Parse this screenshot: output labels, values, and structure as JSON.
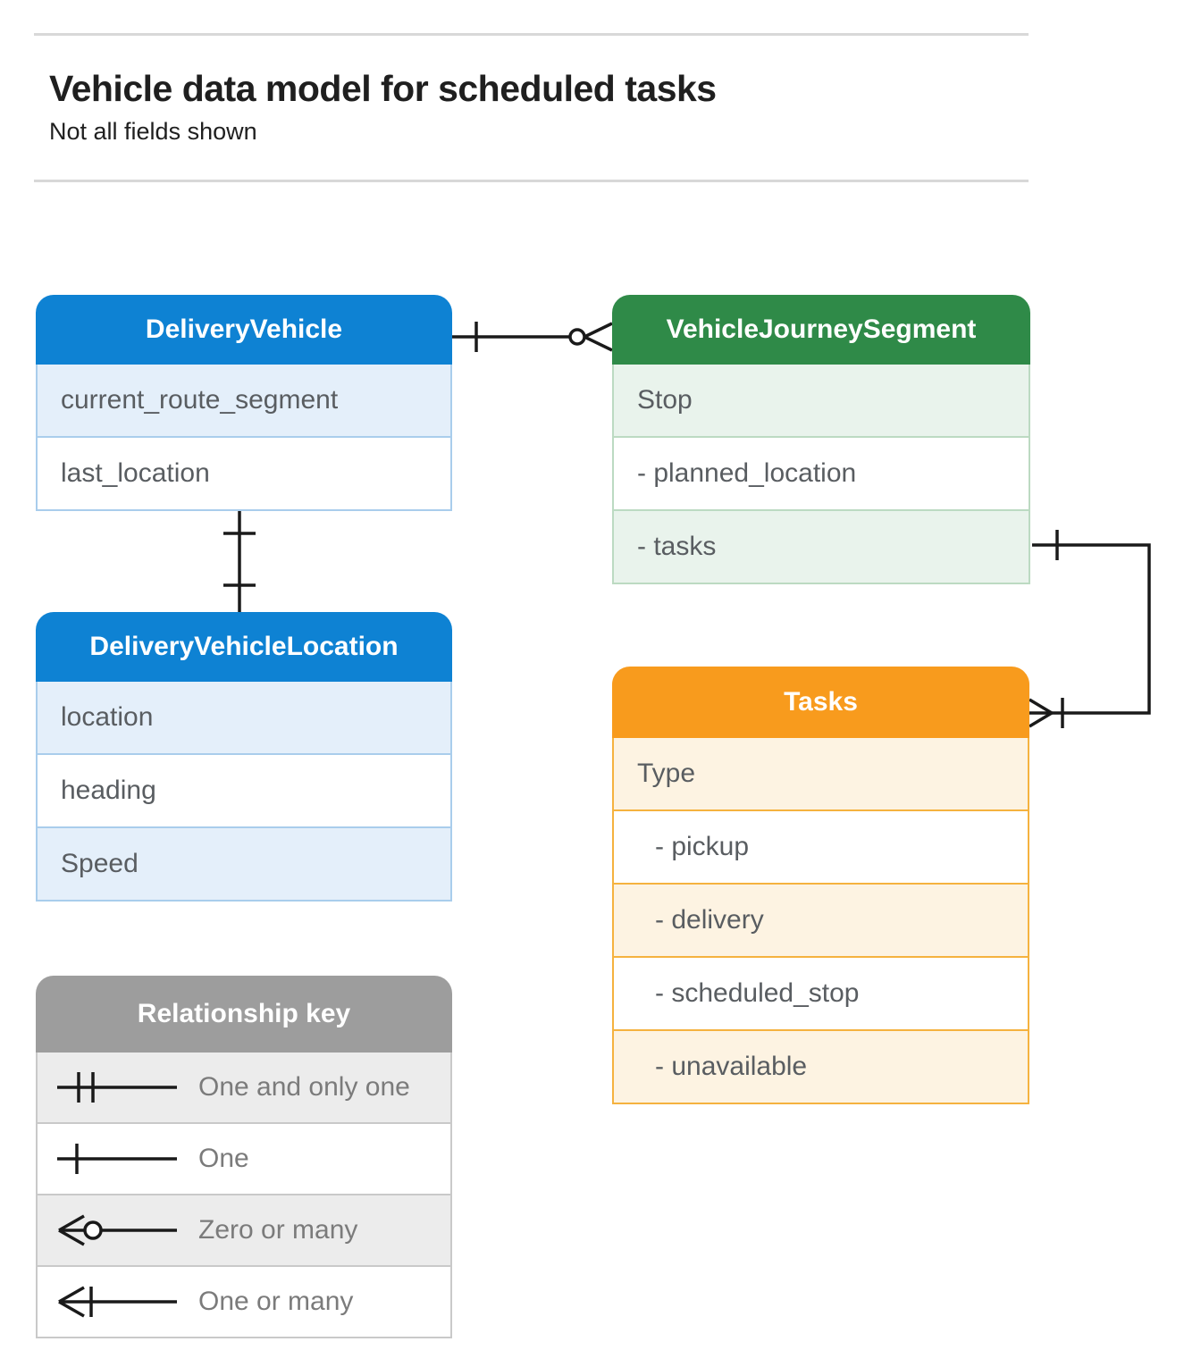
{
  "page": {
    "title": "Vehicle data model for scheduled tasks",
    "subtitle": "Not all fields shown"
  },
  "entities": {
    "delivery_vehicle": {
      "title": "DeliveryVehicle",
      "fields": [
        "current_route_segment",
        "last_location"
      ]
    },
    "vehicle_journey_segment": {
      "title": "VehicleJourneySegment",
      "fields": [
        "Stop",
        "- planned_location",
        "- tasks"
      ]
    },
    "delivery_vehicle_location": {
      "title": "DeliveryVehicleLocation",
      "fields": [
        "location",
        "heading",
        "Speed"
      ]
    },
    "tasks": {
      "title": "Tasks",
      "fields": [
        "Type",
        "- pickup",
        "- delivery",
        "- scheduled_stop",
        "- unavailable"
      ]
    }
  },
  "relationships": [
    {
      "from": "DeliveryVehicle",
      "to": "VehicleJourneySegment",
      "from_cardinality": "one",
      "to_cardinality": "zero-or-many"
    },
    {
      "from": "DeliveryVehicle",
      "to": "DeliveryVehicleLocation",
      "from_cardinality": "one",
      "to_cardinality": "one"
    },
    {
      "from": "VehicleJourneySegment.tasks",
      "to": "Tasks",
      "from_cardinality": "one",
      "to_cardinality": "one-or-many"
    }
  ],
  "legend": {
    "title": "Relationship key",
    "items": [
      {
        "symbol": "one-and-only-one-symbol",
        "label": "One and only one"
      },
      {
        "symbol": "one-symbol",
        "label": "One"
      },
      {
        "symbol": "zero-or-many-symbol",
        "label": "Zero or many"
      },
      {
        "symbol": "one-or-many-symbol",
        "label": "One or many"
      }
    ]
  },
  "colors": {
    "blue_header": "#0e82d3",
    "blue_row": "#e4effa",
    "blue_border": "#a9cdec",
    "green_header": "#2f8a48",
    "green_row": "#e9f3ec",
    "green_border": "#bcdac2",
    "orange_header": "#f89b1d",
    "orange_row": "#fdf3e2",
    "orange_border": "#f5b23f",
    "gray_header": "#9d9d9d",
    "gray_row": "#ececec",
    "gray_border": "#c9c9c9",
    "connector": "#1a1a1a",
    "divider": "#d8d8d8",
    "title_text": "#1f1f1f",
    "field_text": "#595d61"
  }
}
